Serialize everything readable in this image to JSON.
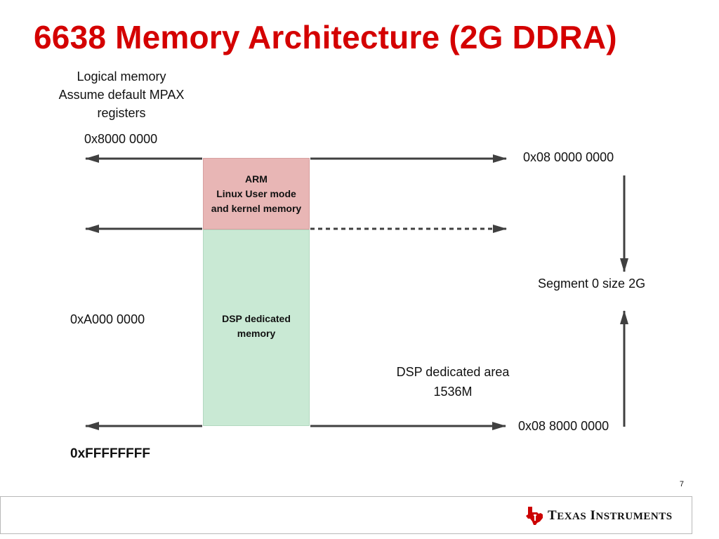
{
  "title": "6638 Memory Architecture (2G DDRA)",
  "logical": {
    "lines": [
      "Logical memory",
      "Assume default MPAX",
      "registers"
    ]
  },
  "addresses": {
    "logical_top": "0x8000 0000",
    "logical_mid": "0xA000 0000",
    "logical_end": "0xFFFFFFFF",
    "physical_top": "0x08 0000 0000",
    "physical_bottom": "0x08 8000 0000"
  },
  "blocks": {
    "arm": [
      "ARM",
      "Linux User mode",
      "and kernel memory"
    ],
    "dsp": [
      "DSP dedicated",
      "memory"
    ]
  },
  "segment_label": "Segment 0 size 2G",
  "dsp_area": [
    "DSP dedicated area",
    "1536M"
  ],
  "page_number": "7",
  "brand": {
    "name_part1": "Texas",
    "name_part2": "Instruments"
  },
  "colors": {
    "title": "#d40000",
    "arm_block": "#e8b6b5",
    "dsp_block": "#c9e9d4",
    "arrows": "#404040",
    "logo_red": "#cc0000"
  }
}
